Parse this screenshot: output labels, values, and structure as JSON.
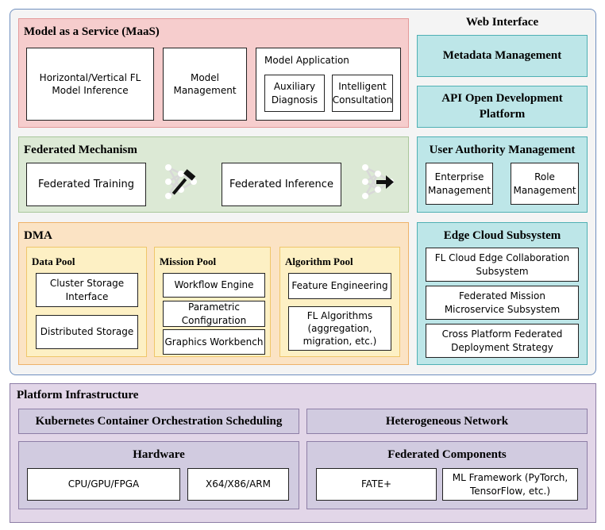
{
  "top": {
    "maas": {
      "title": "Model as a Service (MaaS)",
      "inference": "Horizontal/Vertical FL\nModel Inference",
      "management": "Model\nManagement",
      "application": {
        "title": "Model Application",
        "auxiliary": "Auxiliary\nDiagnosis",
        "intelligent": "Intelligent\nConsultation"
      }
    },
    "federated": {
      "title": "Federated Mechanism",
      "training": "Federated Training",
      "inference": "Federated Inference",
      "icons": [
        "network-hammer-icon",
        "network-arrow-icon"
      ]
    },
    "dma": {
      "title": "DMA",
      "data_pool": {
        "title": "Data Pool",
        "items": [
          "Cluster Storage\nInterface",
          "Distributed Storage"
        ]
      },
      "mission_pool": {
        "title": "Mission Pool",
        "items": [
          "Workflow Engine",
          "Parametric\nConfiguration",
          "Graphics Workbench"
        ]
      },
      "algorithm_pool": {
        "title": "Algorithm Pool",
        "items": [
          "Feature Engineering",
          "FL Algorithms\n(aggregation,\nmigration, etc.)"
        ]
      }
    },
    "web": {
      "title": "Web Interface",
      "metadata": "Metadata Management",
      "api": "API Open Development\nPlatform",
      "authority": {
        "title": "User Authority Management",
        "enterprise": "Enterprise\nManagement",
        "role": "Role\nManagement"
      },
      "edge": {
        "title": "Edge Cloud Subsystem",
        "items": [
          "FL Cloud Edge Collaboration\nSubsystem",
          "Federated Mission\nMicroservice Subsystem",
          "Cross Platform Federated\nDeployment Strategy"
        ]
      }
    }
  },
  "platform": {
    "title": "Platform Infrastructure",
    "kubernetes": "Kubernetes Container Orchestration Scheduling",
    "network": "Heterogeneous Network",
    "hardware": {
      "title": "Hardware",
      "items": [
        "CPU/GPU/FPGA",
        "X64/X86/ARM"
      ]
    },
    "components": {
      "title": "Federated Components",
      "items": [
        "FATE+",
        "ML Framework (PyTorch,\nTensorFlow, etc.)"
      ]
    }
  },
  "colors": {
    "maas_fill": "#f6cdcd",
    "maas_border": "#e39a9a",
    "fed_fill": "#dce9d5",
    "fed_border": "#a9c79b",
    "dma_fill": "#fbe3c4",
    "dma_border": "#eeb26a",
    "pool_fill": "#fdf0c4",
    "pool_border": "#efc66a",
    "teal_fill": "#bde6e8",
    "teal_border": "#4fb0b4",
    "purple_fill": "#e2d6e8",
    "purple_sub": "#d1cbe0",
    "purple_border": "#8d7ea6",
    "outer_fill": "#f4f4f4",
    "outer_border": "#6f8fbf"
  }
}
